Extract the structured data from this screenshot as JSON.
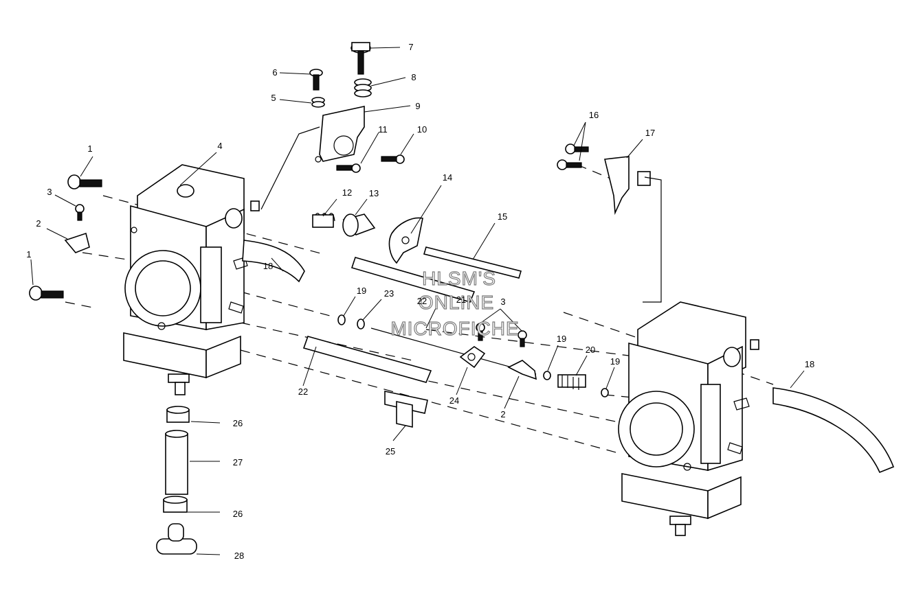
{
  "watermark": {
    "line1": "HLSM'S",
    "line2": "ONLINE",
    "line3": "MICROFICHE"
  },
  "callouts": {
    "c1a": "1",
    "c1b": "1",
    "c2a": "2",
    "c2b": "2",
    "c3a": "3",
    "c3b": "3",
    "c4": "4",
    "c5": "5",
    "c6": "6",
    "c7": "7",
    "c8": "8",
    "c9": "9",
    "c10": "10",
    "c11": "11",
    "c12": "12",
    "c13": "13",
    "c14": "14",
    "c15": "15",
    "c16": "16",
    "c17": "17",
    "c18a": "18",
    "c18b": "18",
    "c19a": "19",
    "c19b": "19",
    "c19c": "19",
    "c20": "20",
    "c21": "21",
    "c22a": "22",
    "c22b": "22",
    "c23": "23",
    "c24": "24",
    "c25": "25",
    "c26a": "26",
    "c26b": "26",
    "c27": "27",
    "c28": "28"
  }
}
